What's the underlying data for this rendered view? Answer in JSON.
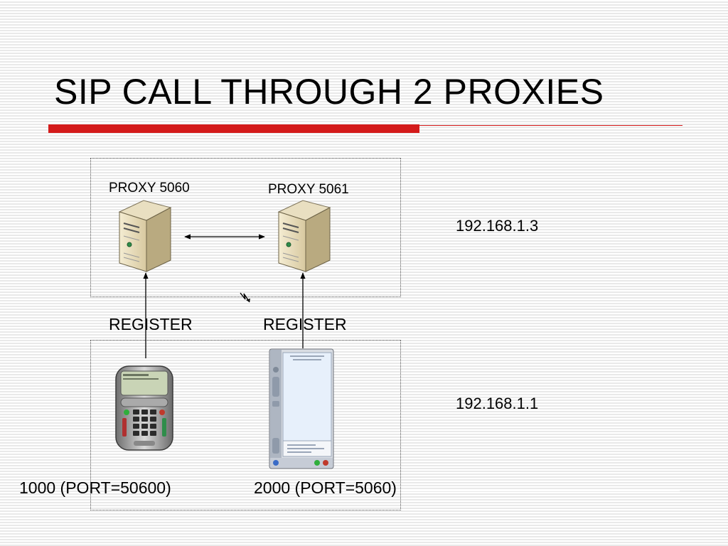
{
  "title": "SIP CALL THROUGH 2 PROXIES",
  "colors": {
    "accent_red": "#d41b1b",
    "stripe": "#e9e9e9"
  },
  "diagram": {
    "proxies": [
      {
        "label": "PROXY 5060",
        "icon": "server-icon"
      },
      {
        "label": "PROXY 5061",
        "icon": "server-icon"
      }
    ],
    "links": [
      {
        "from": "PROXY 5060",
        "to": "PROXY 5061",
        "style": "double-arrow"
      },
      {
        "from": "1000 (PORT=50600)",
        "to": "PROXY 5060",
        "label": "REGISTER"
      },
      {
        "from": "2000 (PORT=5060)",
        "to": "PROXY 5061",
        "label": "REGISTER"
      }
    ],
    "register_labels": [
      "REGISTER",
      "REGISTER"
    ],
    "clients": [
      {
        "label": "1000 (PORT=50600)",
        "icon": "xlite-phone-icon"
      },
      {
        "label": "2000 (PORT=5060)",
        "icon": "softphone-window-icon"
      }
    ],
    "ip_addresses": [
      "192.168.1.3",
      "192.168.1.1"
    ]
  }
}
